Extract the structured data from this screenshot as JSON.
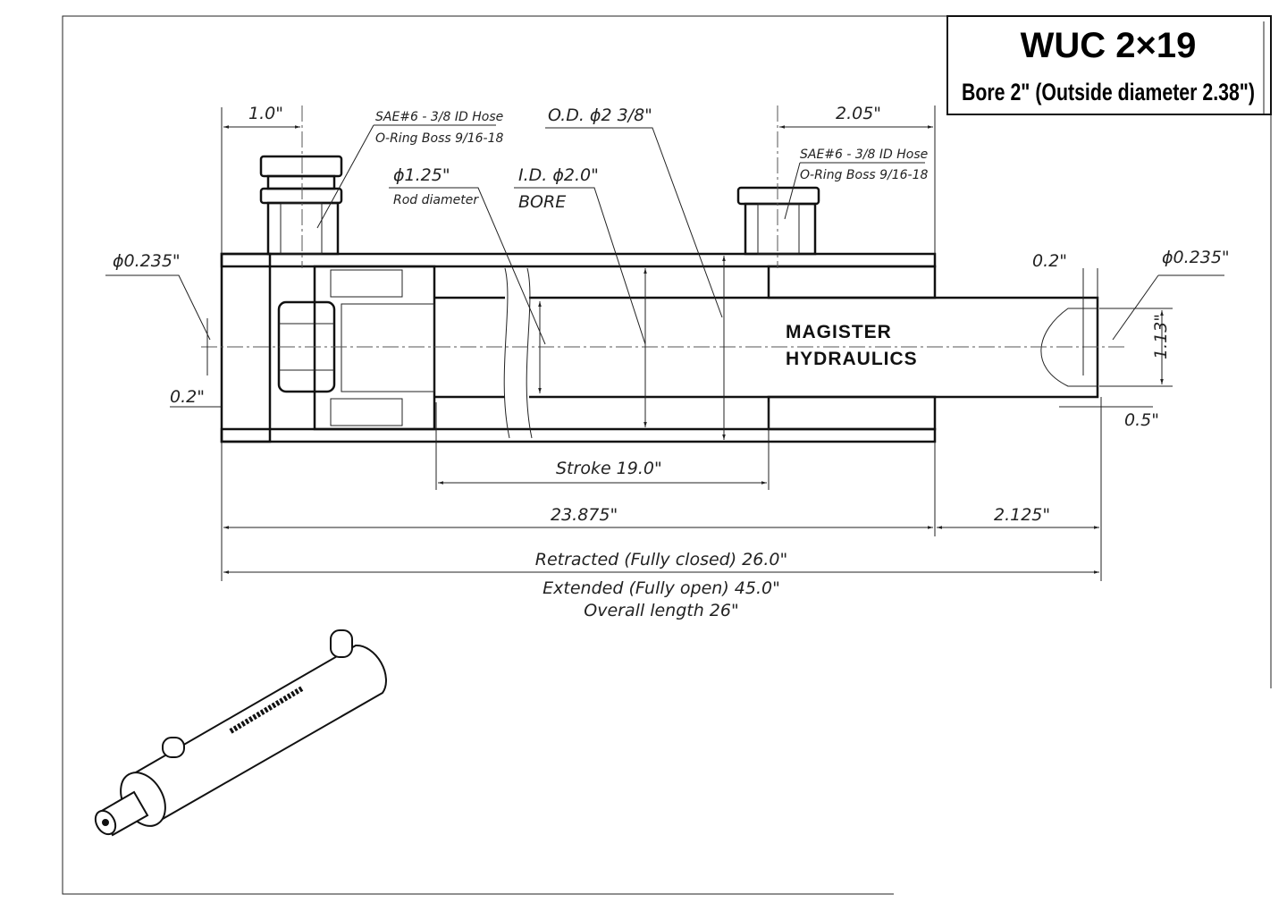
{
  "title": {
    "model": "WUC 2×19",
    "subtitle": "Bore 2\" (Outside diameter 2.38\")"
  },
  "brand": {
    "line1": "MAGISTER",
    "line2": "HYDRAULICS"
  },
  "dimensions": {
    "port_offset": "1.0\"",
    "rod_port_offset": "2.05\"",
    "od": "O.D. ϕ2 3/8\"",
    "id": "I.D. ϕ2.0\"",
    "id_note": "BORE",
    "rod": "ϕ1.25\"",
    "rod_note": "Rod diameter",
    "port_left_line1": "SAE#6 - 3/8 ID Hose",
    "port_left_line2": "O-Ring Boss 9/16-18",
    "port_right_line1": "SAE#6 - 3/8 ID Hose",
    "port_right_line2": "O-Ring Boss 9/16-18",
    "pin_left": "ϕ0.235\"",
    "pin_left_offset": "0.2\"",
    "pin_right": "ϕ0.235\"",
    "pin_right_offset": "0.2\"",
    "rod_end_dia": "1.13\"",
    "rod_end_len": "0.5\"",
    "stroke": "Stroke 19.0\"",
    "body_len": "23.875\"",
    "rod_ext": "2.125\"",
    "retracted": "Retracted (Fully closed) 26.0\"",
    "extended": "Extended (Fully open) 45.0\"",
    "overall": "Overall length 26\""
  }
}
